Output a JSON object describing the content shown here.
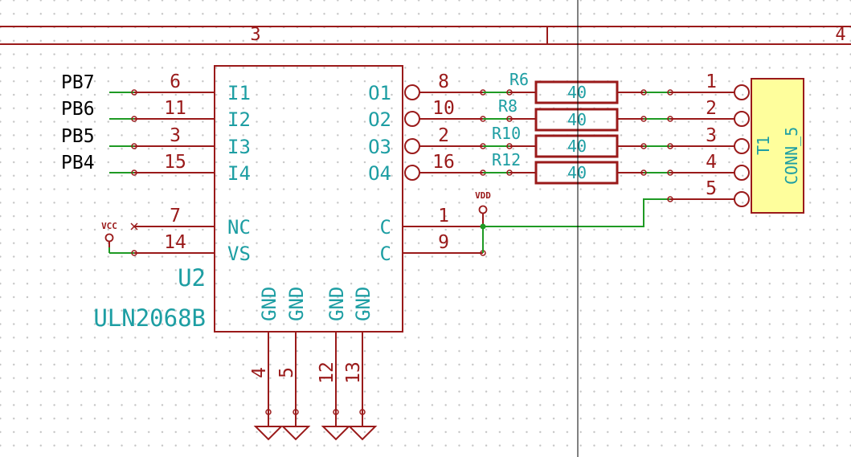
{
  "sheet_border": {
    "zone_3": "3",
    "zone_4": "4"
  },
  "nets": {
    "pb7": "PB7",
    "pb6": "PB6",
    "pb5": "PB5",
    "pb4": "PB4"
  },
  "power": {
    "vcc": "VCC",
    "vdd": "VDD"
  },
  "u2": {
    "ref": "U2",
    "value": "ULN2068B",
    "left_pins": [
      {
        "num": "6",
        "name": "I1"
      },
      {
        "num": "11",
        "name": "I2"
      },
      {
        "num": "3",
        "name": "I3"
      },
      {
        "num": "15",
        "name": "I4"
      },
      {
        "num": "7",
        "name": "NC"
      },
      {
        "num": "14",
        "name": "VS"
      }
    ],
    "right_pins": [
      {
        "num": "8",
        "name": "O1"
      },
      {
        "num": "10",
        "name": "O2"
      },
      {
        "num": "2",
        "name": "O3"
      },
      {
        "num": "16",
        "name": "O4"
      },
      {
        "num": "1",
        "name": "C"
      },
      {
        "num": "9",
        "name": "C"
      }
    ],
    "gnd_pins": [
      {
        "num": "4",
        "name": "GND"
      },
      {
        "num": "5",
        "name": "GND"
      },
      {
        "num": "12",
        "name": "GND"
      },
      {
        "num": "13",
        "name": "GND"
      }
    ]
  },
  "resistors": [
    {
      "ref": "R6",
      "value": "40"
    },
    {
      "ref": "R8",
      "value": "40"
    },
    {
      "ref": "R10",
      "value": "40"
    },
    {
      "ref": "R12",
      "value": "40"
    }
  ],
  "connector": {
    "ref": "T1",
    "value": "CONN_5",
    "pins": [
      "1",
      "2",
      "3",
      "4",
      "5"
    ],
    "body_color": "#fefe9c"
  },
  "colors": {
    "wire": "#1f9a24",
    "component": "#9a1a1a",
    "field_text": "#1d9ea3",
    "cursor": "#000000"
  }
}
